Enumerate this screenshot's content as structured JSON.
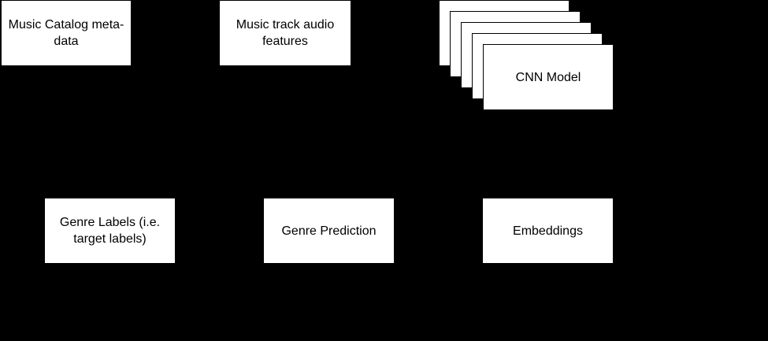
{
  "nodes": {
    "catalog_metadata": "Music Catalog meta-data",
    "audio_features": "Music track audio features",
    "cnn_model": "CNN Model",
    "genre_labels": "Genre Labels (i.e. target labels)",
    "genre_prediction": "Genre Prediction",
    "embeddings": "Embeddings"
  },
  "colors": {
    "background": "#000000",
    "box_fill": "#ffffff",
    "text": "#000000"
  }
}
